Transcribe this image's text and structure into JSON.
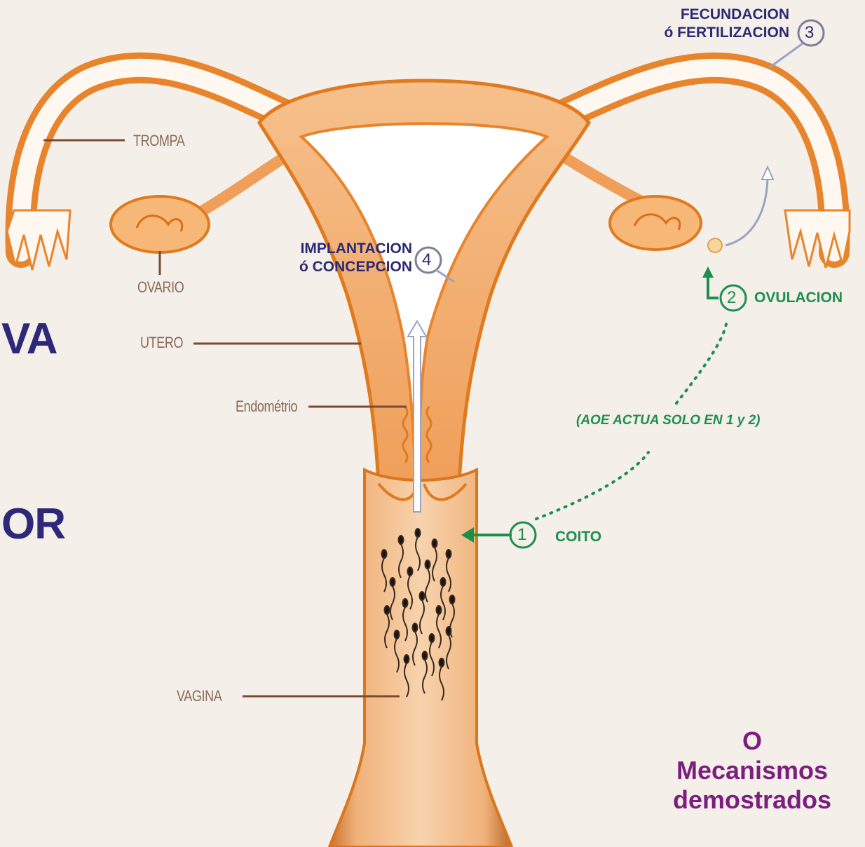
{
  "slide_fragments": {
    "line1": "VA",
    "line2": "OR"
  },
  "anatomy_labels": {
    "tube": "TROMPA",
    "ovary": "OVARIO",
    "uterus": "UTERO",
    "endometrium": "Endométrio",
    "vagina": "VAGINA"
  },
  "steps": {
    "coitus": {
      "number": "1",
      "label": "COITO"
    },
    "ovulation": {
      "number": "2",
      "label": "OVULACION"
    },
    "fertilization": {
      "number": "3",
      "line1": "FECUNDACION",
      "line2": "ó FERTILIZACION"
    },
    "implantation": {
      "number": "4",
      "line1": "IMPLANTACION",
      "line2": "ó CONCEPCION"
    }
  },
  "note": "(AOE ACTUA SOLO EN 1 y 2)",
  "mechanism_box": {
    "line1": "O",
    "line2": "Mecanismos",
    "line3": "demostrados"
  },
  "colors": {
    "background": "#f4efe9",
    "organ_fill": "#f3b77d",
    "organ_stroke": "#e07a1f",
    "cavity": "#ffffff",
    "leader_line": "#7a4a32",
    "blue_text": "#2b2a73",
    "green_text": "#1d8f4d",
    "purple_text": "#7b1e7d"
  }
}
